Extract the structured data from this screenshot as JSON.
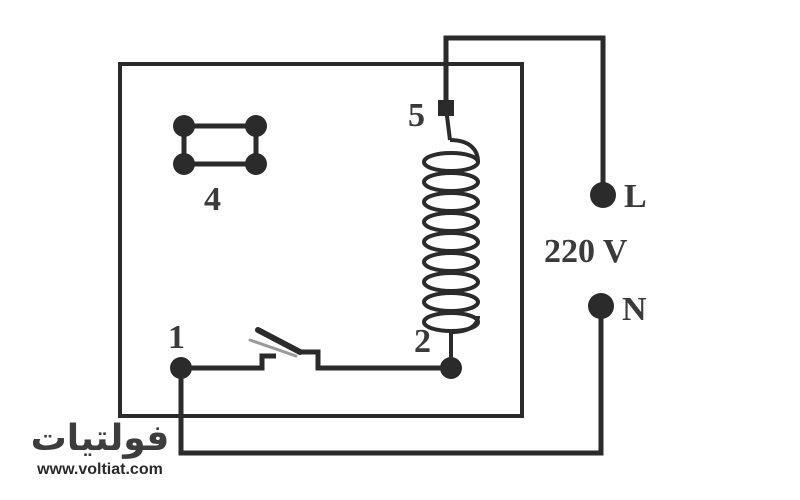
{
  "labels": {
    "terminal_1": "1",
    "terminal_2": "2",
    "terminal_4": "4",
    "terminal_5": "5",
    "line": "L",
    "neutral": "N",
    "voltage": "220 V"
  },
  "watermark": {
    "arabic": "فولتيات",
    "url": "www.voltiat.com"
  },
  "colors": {
    "wire": "#2b2b2b",
    "label": "#3a3a3a",
    "background": "#ffffff"
  }
}
